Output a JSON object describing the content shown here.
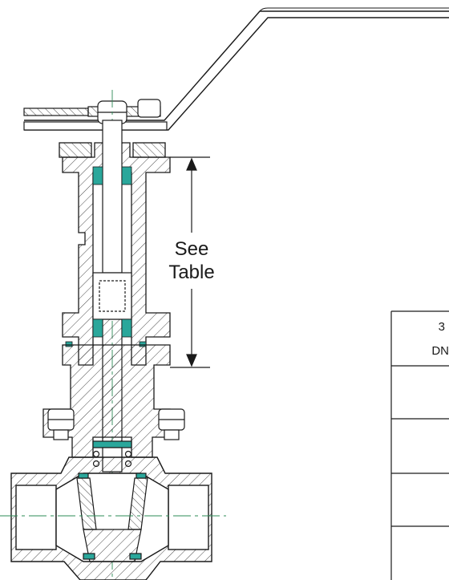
{
  "dimension_label": {
    "line1": "See",
    "line2": "Table"
  },
  "table": {
    "header_line1": "3",
    "header_line2": "DN"
  },
  "colors": {
    "line": "#1a1a1a",
    "seal": "#2aa79b",
    "centerline": "#2e8b57"
  }
}
